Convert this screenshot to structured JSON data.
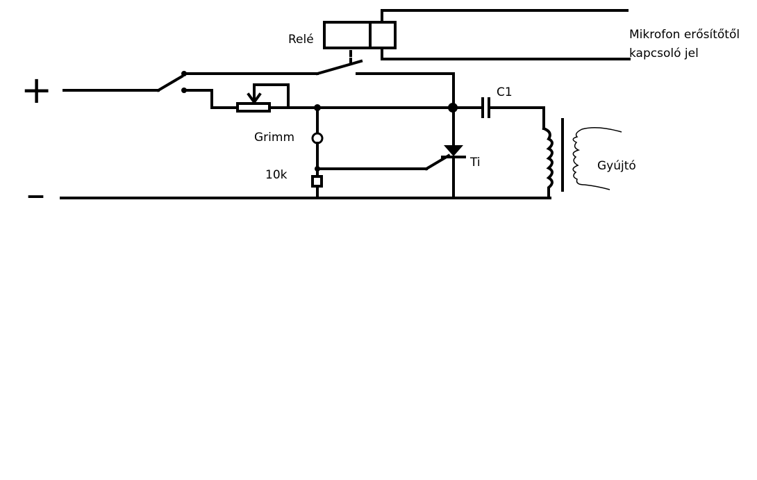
{
  "labels": {
    "rele": "Relé",
    "mic_line1": "Mikrofon erősítőtől",
    "mic_line2": "kapcsoló jel",
    "plus": "+",
    "minus": "–",
    "c1": "C1",
    "grimm": "Grimm",
    "r10k": "10k",
    "ti": "Ti",
    "gyujto": "Gyújtó"
  },
  "colors": {
    "line": "#000000",
    "background": "#ffffff"
  }
}
